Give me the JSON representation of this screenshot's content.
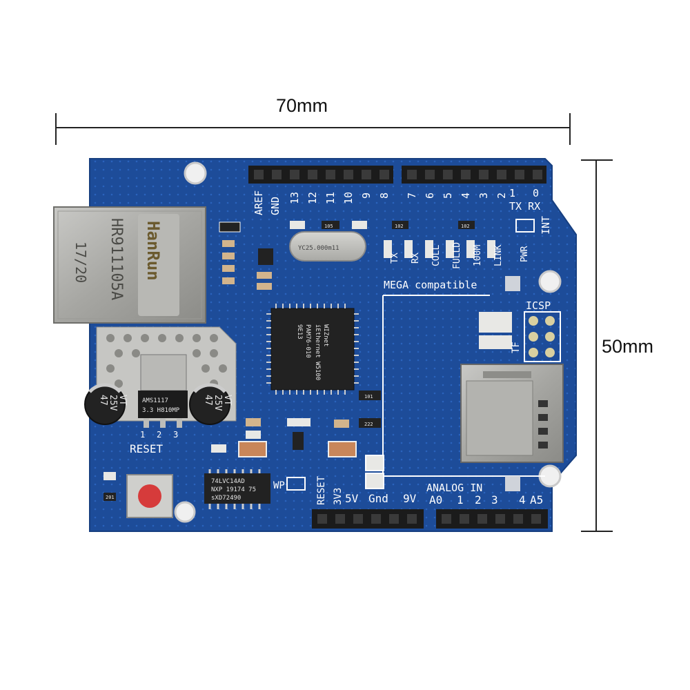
{
  "dimensions": {
    "width_label": "70mm",
    "height_label": "50mm"
  },
  "board": {
    "color": "#1f4f9e",
    "silkscreen_color": "#ffffff"
  },
  "ethernet_jack": {
    "brand": "HanRun",
    "part": "HR911105A",
    "date": "17/20"
  },
  "header_top": {
    "left_labels": [
      "AREF",
      "GND",
      "13",
      "12",
      "11",
      "10",
      "9",
      "8"
    ],
    "right_labels": [
      "7",
      "6",
      "5",
      "4",
      "3",
      "2",
      "1",
      "0"
    ],
    "txrx": "TX RX",
    "int": "INT"
  },
  "leds": {
    "labels": [
      "TX",
      "RX",
      "COLL",
      "FULLD",
      "100M",
      "LINK",
      "PWR"
    ]
  },
  "crystal": "YC25.000m11",
  "chip": {
    "line1": "WIZnet",
    "line2": "iEthernet W5100",
    "line3": "PAM76-010",
    "line4": "9E13"
  },
  "mega_label": "MEGA compatible",
  "icsp_label": "ICSP",
  "tf_label": "TF",
  "regulator": {
    "line1": "AMS1117",
    "line2": "3.3 H810MP"
  },
  "regulator_pins": [
    "1",
    "2",
    "3"
  ],
  "caps": {
    "left": [
      "47",
      "25V",
      "VT"
    ],
    "right": [
      "47",
      "25V",
      "VT"
    ]
  },
  "reset_label": "RESET",
  "logic_chip": {
    "line1": "74LVC14AD",
    "line2": "NXP 19174 75",
    "line3": "sXD72490"
  },
  "wp_label": "WP",
  "power_labels": [
    "RESET",
    "3V3",
    "5V",
    "Gnd",
    "9V"
  ],
  "analog_title": "ANALOG IN",
  "analog_labels": [
    "A0",
    "1",
    "2",
    "3",
    "4",
    "A5"
  ],
  "resistor_codes": [
    "105",
    "102",
    "102",
    "101",
    "222",
    "201"
  ]
}
